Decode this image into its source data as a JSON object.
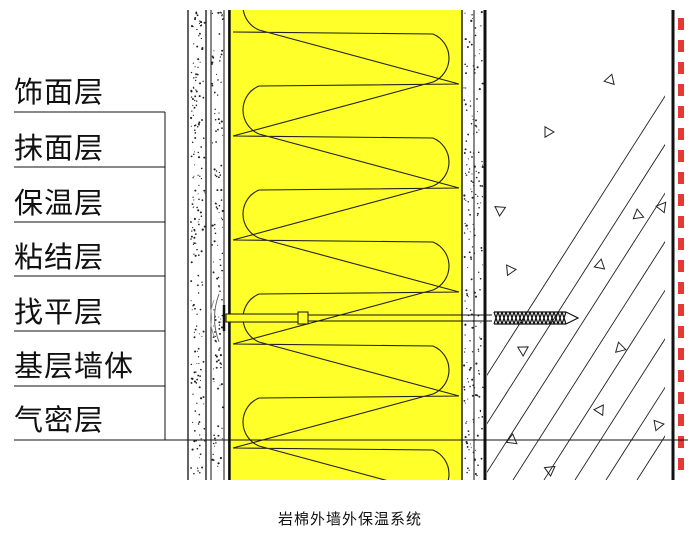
{
  "diagram": {
    "layers": [
      {
        "label": "饰面层"
      },
      {
        "label": "抹面层"
      },
      {
        "label": "保温层"
      },
      {
        "label": "粘结层"
      },
      {
        "label": "找平层"
      },
      {
        "label": "基层墙体"
      },
      {
        "label": "气密层"
      }
    ],
    "caption": "岩棉外墙外保温系统",
    "colors": {
      "insulation_fill": "#ffff2a",
      "line": "#111111",
      "air_barrier_mark": "#e53935",
      "background": "#ffffff"
    },
    "icons": {
      "anchor": "screw-anchor-icon",
      "aggregate": "concrete-aggregate-triangle-icon"
    }
  }
}
